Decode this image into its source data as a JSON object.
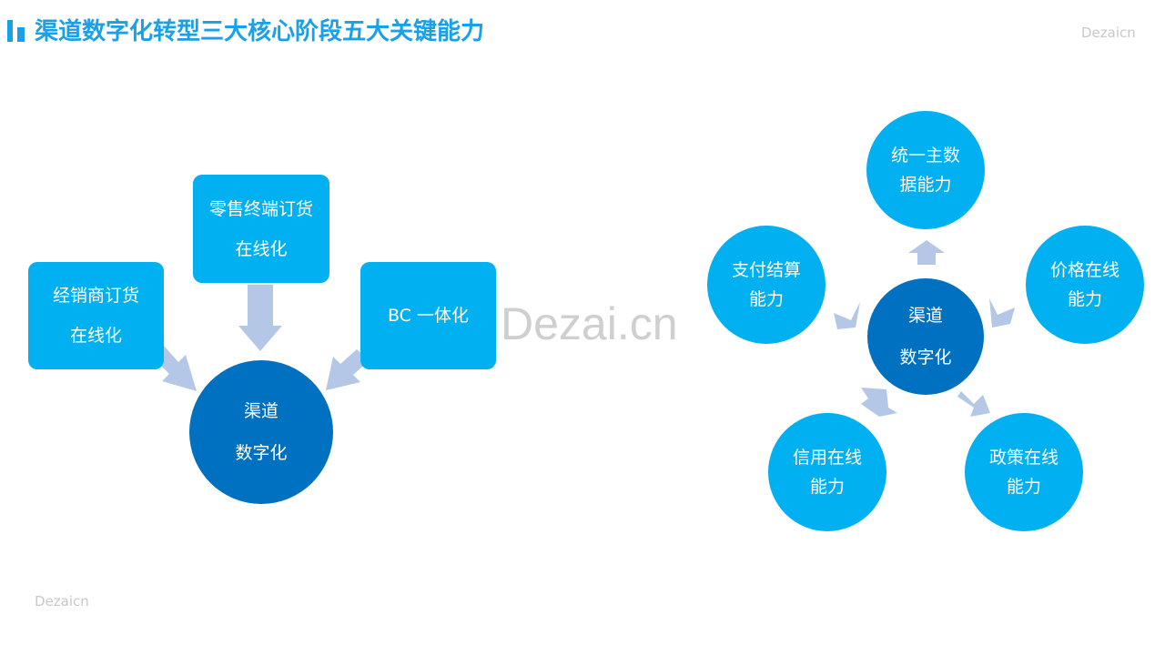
{
  "header": {
    "title": "渠道数字化转型三大核心阶段五大关键能力",
    "brand_top": "Dezaicn",
    "brand_bottom": "Dezaicn",
    "watermark": "Dezai.cn"
  },
  "left_diagram": {
    "center": {
      "line1": "渠道",
      "line2": "数字化"
    },
    "stages": [
      {
        "line1": "经销商订货",
        "line2": "在线化"
      },
      {
        "line1": "零售终端订货",
        "line2": "在线化"
      },
      {
        "line1": "BC 一体化",
        "line2": ""
      }
    ]
  },
  "right_diagram": {
    "center": {
      "line1": "渠道",
      "line2": "数字化"
    },
    "capabilities": [
      {
        "line1": "统一主数",
        "line2": "据能力"
      },
      {
        "line1": "价格在线",
        "line2": "能力"
      },
      {
        "line1": "政策在线",
        "line2": "能力"
      },
      {
        "line1": "信用在线",
        "line2": "能力"
      },
      {
        "line1": "支付结算",
        "line2": "能力"
      }
    ]
  },
  "colors": {
    "box": "#00b0f0",
    "center": "#0070c0",
    "arrow": "#b4c7e7",
    "title": "#1aa0e6"
  }
}
